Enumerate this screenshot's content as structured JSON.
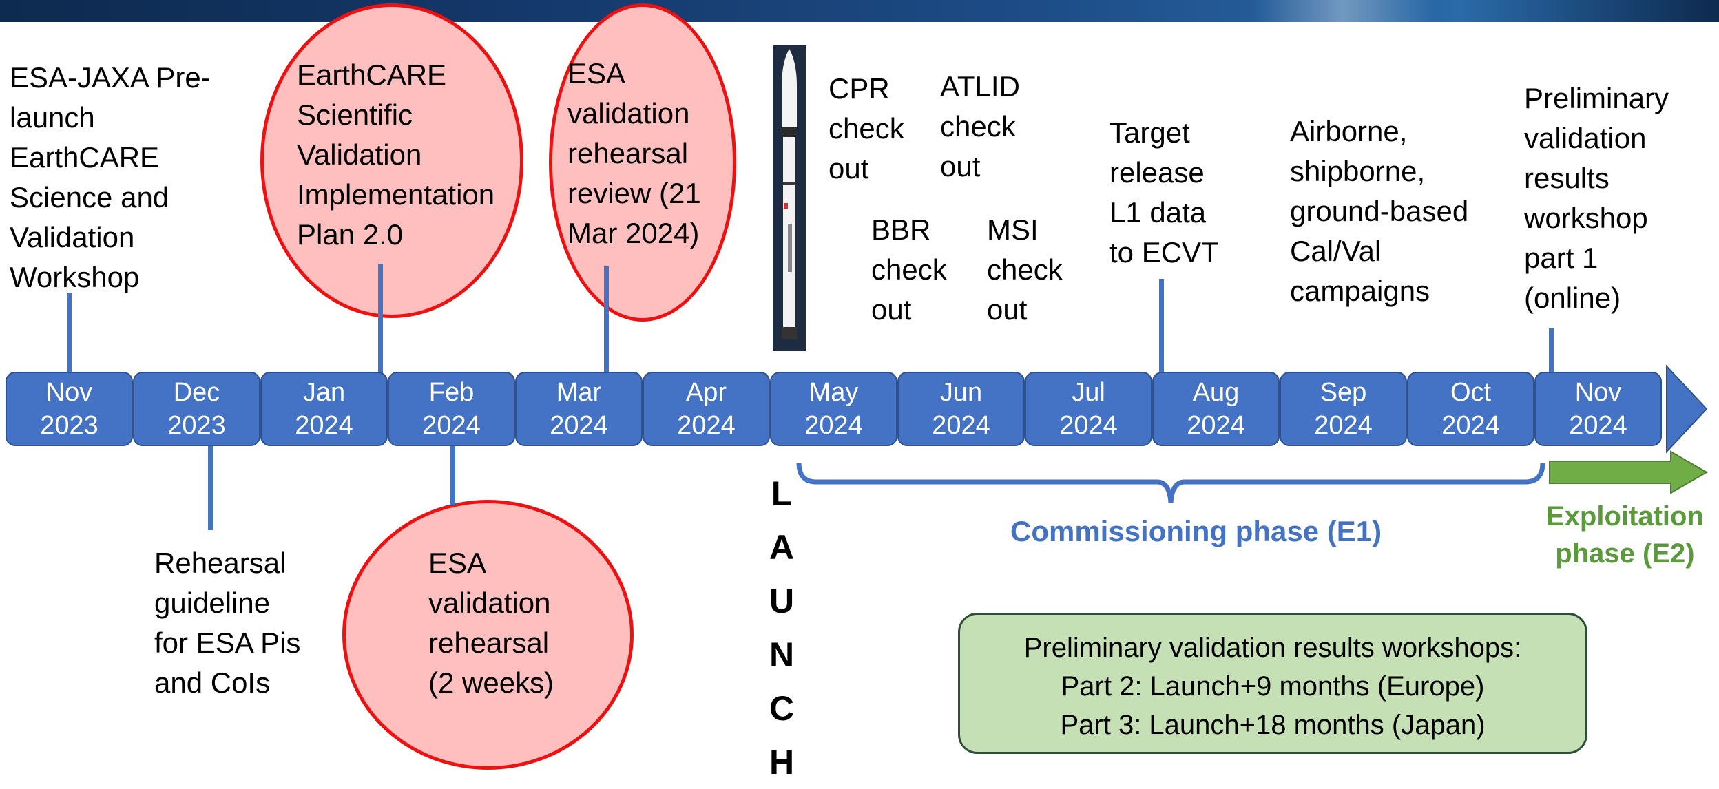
{
  "months": [
    {
      "month": "Nov",
      "year": "2023"
    },
    {
      "month": "Dec",
      "year": "2023"
    },
    {
      "month": "Jan",
      "year": "2024"
    },
    {
      "month": "Feb",
      "year": "2024"
    },
    {
      "month": "Mar",
      "year": "2024"
    },
    {
      "month": "Apr",
      "year": "2024"
    },
    {
      "month": "May",
      "year": "2024"
    },
    {
      "month": "Jun",
      "year": "2024"
    },
    {
      "month": "Jul",
      "year": "2024"
    },
    {
      "month": "Aug",
      "year": "2024"
    },
    {
      "month": "Sep",
      "year": "2024"
    },
    {
      "month": "Oct",
      "year": "2024"
    },
    {
      "month": "Nov",
      "year": "2024"
    }
  ],
  "events": {
    "workshop": "ESA-JAXA Pre-\nlaunch\nEarthCARE\nScience and\nValidation\nWorkshop",
    "plan": "EarthCARE\nScientific\nValidation\nImplementation\nPlan 2.0",
    "review": "ESA\nvalidation\nrehearsal\nreview (21\nMar 2024)",
    "cpr": "CPR\ncheck\nout",
    "atlid": "ATLID\ncheck\nout",
    "bbr": "BBR\ncheck\nout",
    "msi": "MSI\ncheck\nout",
    "release": "Target\nrelease\nL1 data\nto ECVT",
    "campaigns": "Airborne,\nshipborne,\nground-based\nCal/Val\ncampaigns",
    "prelim": "Preliminary\nvalidation\nresults\nworkshop\npart 1\n(online)",
    "guideline": "Rehearsal\nguideline\nfor ESA Pis\nand CoIs",
    "rehearsal": "ESA\nvalidation\nrehearsal\n(2 weeks)"
  },
  "launch_label": "L\nA\nU\nN\nC\nH",
  "phases": {
    "commissioning": "Commissioning phase (E1)",
    "exploitation": "Exploitation\nphase (E2)"
  },
  "workshops_box": "Preliminary validation results workshops:\nPart 2: Launch+9 months (Europe)\nPart 3: Launch+18 months (Japan)",
  "colors": {
    "timeline_blue": "#4472c4",
    "oval_fill": "#ffbfbf",
    "oval_border": "#ee1111",
    "exploitation_green": "#70ad47",
    "box_green": "#c5e0b4"
  }
}
